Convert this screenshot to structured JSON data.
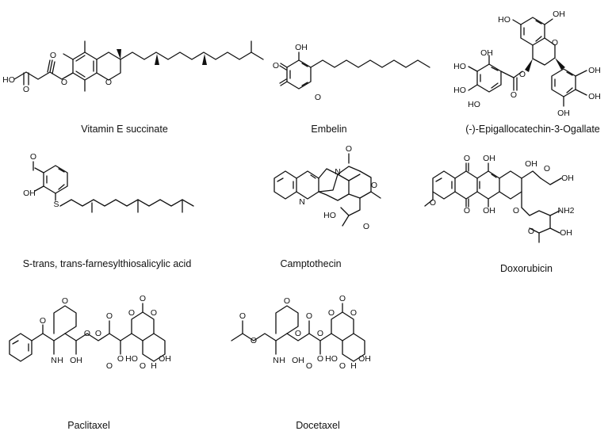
{
  "figure": {
    "compounds": [
      {
        "id": "vitamin-e-succinate",
        "name": "Vitamin E succinate",
        "labels": [
          "HO",
          "O",
          "O",
          "O",
          "O"
        ]
      },
      {
        "id": "embelin",
        "name": "Embelin",
        "labels": [
          "OH",
          "O",
          "O"
        ]
      },
      {
        "id": "egcg",
        "name": "(-)-Epigallocatechin-3-Ogallate",
        "labels": [
          "OH",
          "HO",
          "OH",
          "O",
          "HO",
          "HO",
          "O",
          "OH",
          "HO",
          "OH",
          "OH",
          "O"
        ]
      },
      {
        "id": "fts",
        "name": "S-trans, trans-farnesylthiosalicylic acid",
        "labels": [
          "O",
          "OH",
          "S"
        ]
      },
      {
        "id": "camptothecin",
        "name": "Camptothecin",
        "labels": [
          "N",
          "N",
          "O",
          "O",
          "HO",
          "O"
        ]
      },
      {
        "id": "doxorubicin",
        "name": "Doxorubicin",
        "labels": [
          "O",
          "OH",
          "O",
          "OH",
          "OH",
          "O",
          "O",
          "OH",
          "O",
          "O",
          "NH2",
          "OH"
        ]
      },
      {
        "id": "paclitaxel",
        "name": "Paclitaxel",
        "labels": [
          "O",
          "O",
          "N",
          "H",
          "OH",
          "O",
          "O",
          "O",
          "O",
          "OH",
          "HO",
          "H",
          "O",
          "O",
          "O",
          "O",
          "O"
        ]
      },
      {
        "id": "docetaxel",
        "name": "Docetaxel",
        "labels": [
          "O",
          "O",
          "N",
          "H",
          "OH",
          "O",
          "O",
          "O",
          "O",
          "OH",
          "HO",
          "H",
          "O",
          "O",
          "O",
          "O",
          "O",
          "O"
        ]
      }
    ]
  }
}
